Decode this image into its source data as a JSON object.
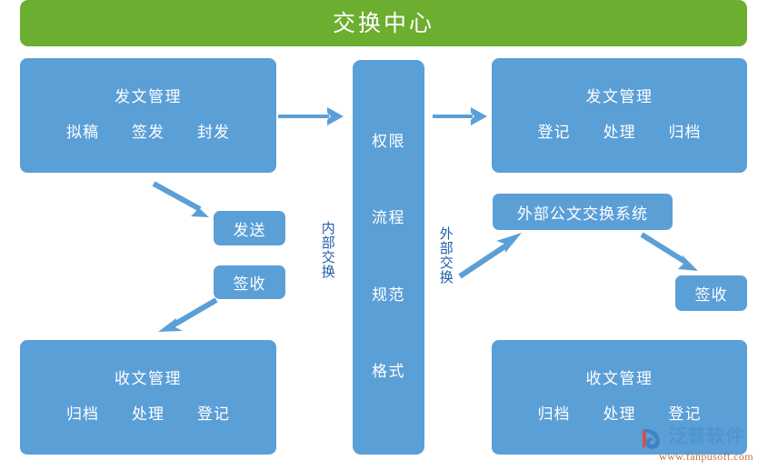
{
  "header": {
    "title": "交换中心",
    "color": "#6CAE30"
  },
  "theme": {
    "blue": "#5B9FD7",
    "green": "#6CAE30",
    "label_blue": "#1F5FA8",
    "background": "#FFFFFF"
  },
  "modules": {
    "outgoing_left": {
      "title": "发文管理",
      "steps": [
        "拟稿",
        "签发",
        "封发"
      ]
    },
    "outgoing_right": {
      "title": "发文管理",
      "steps": [
        "登记",
        "处理",
        "归档"
      ]
    },
    "incoming_left": {
      "title": "收文管理",
      "steps": [
        "归档",
        "处理",
        "登记"
      ]
    },
    "incoming_right": {
      "title": "收文管理",
      "steps": [
        "归档",
        "处理",
        "登记"
      ]
    }
  },
  "center_column": {
    "items": [
      "权限",
      "流程",
      "规范",
      "格式"
    ]
  },
  "pills": {
    "send": "发送",
    "receive": "签收",
    "external_system": "外部公文交换系统",
    "sign": "签收"
  },
  "side_labels": {
    "internal": "内部交换",
    "external": "外部交换"
  },
  "watermark": {
    "name": "泛普软件",
    "url": "www.fanpusoft.com"
  }
}
